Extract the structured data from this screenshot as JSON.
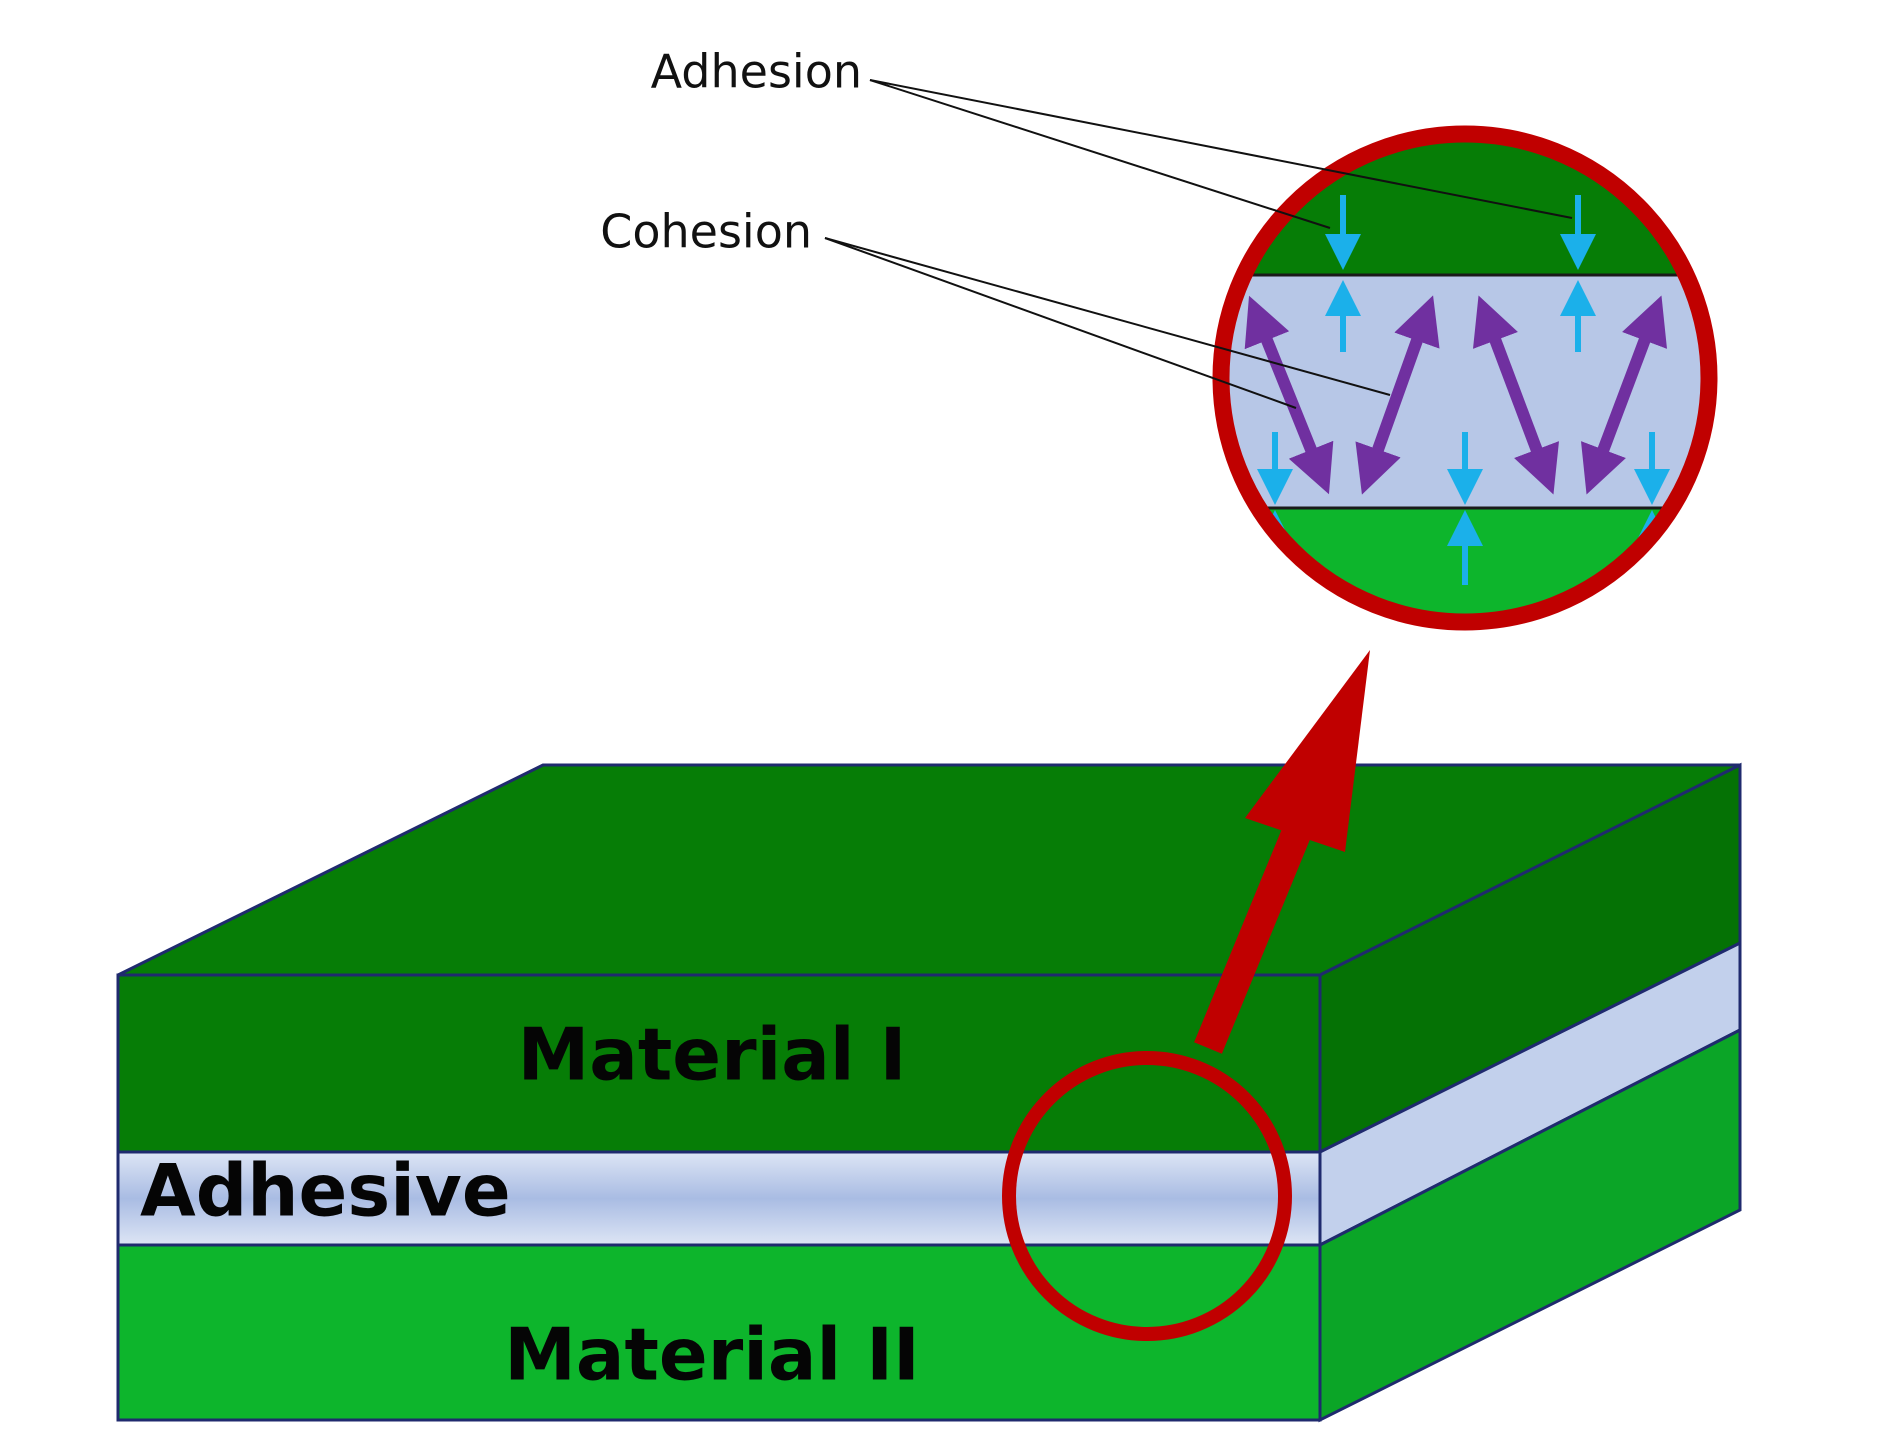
{
  "labels": {
    "adhesion": "Adhesion",
    "cohesion": "Cohesion",
    "material_1": "Material I",
    "adhesive": "Adhesive",
    "material_2": "Material II"
  },
  "colors": {
    "material_1": "#067d06",
    "material_1_side": "#057205",
    "material_2": "#0db52c",
    "material_2_side": "#0ba527",
    "adhesive_light": "#dde5f5",
    "adhesive_mid": "#a9bce3",
    "adhesive_side": "#c2d0ec",
    "adhesive_zoom": "#b7c7e7",
    "outline": "#1f2a6e",
    "zoom_ring": "#c00000",
    "adhesion_arrow": "#1bb0ea",
    "cohesion_arrow": "#7030a0",
    "leader_line": "#111111"
  },
  "icons": {
    "zoom_pointer": "zoom-arrow-icon",
    "adhesion_force": "adhesion-arrow-icon",
    "cohesion_force": "cohesion-arrow-icon"
  }
}
